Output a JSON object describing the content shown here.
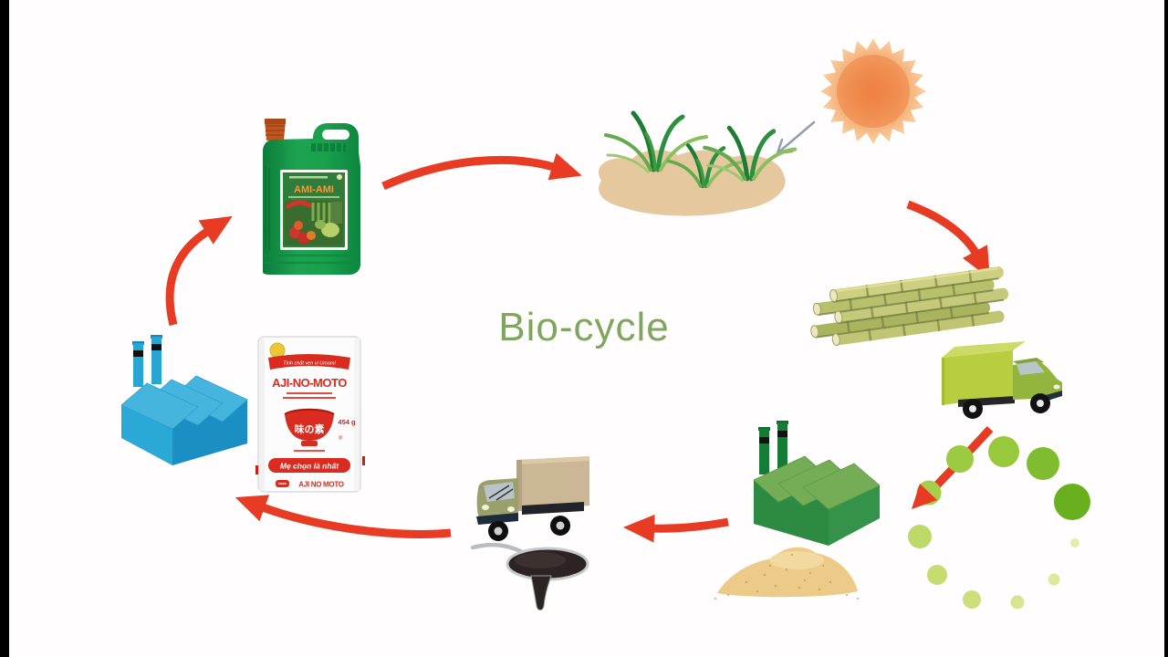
{
  "title": {
    "text": "Bio-cycle",
    "color": "#7fa65f"
  },
  "palette": {
    "background": "#fffdfd",
    "letterbox": "#000000",
    "arrow_red": "#e73b23",
    "sunlight_arrow_gray": "#8f9fae",
    "sun_core": "#ed7b40",
    "sun_edge": "#fbd9ae",
    "soil_tan": "#e6c89e",
    "leaf_dark_green": "#1d7c33",
    "leaf_light_green": "#9cc873",
    "jug_green": "#18a04c",
    "jug_cap_orange": "#c0561f",
    "cane_yellow_green": "#c5c97a",
    "truck_box_green": "#b9ce3e",
    "truck_cab_green": "#93b43d",
    "factory_green_front": "#2d8a43",
    "factory_green_roof": "#74ad55",
    "factory_blue_front": "#1b8fc4",
    "factory_blue_roof": "#45b5de",
    "sugar_tan": "#eccb88",
    "molasses_dark": "#2b2422",
    "truck_box_tan": "#cbb795",
    "truck_cab_olive": "#9aa06b",
    "pack_red": "#d92b1f",
    "fermentation_dot_dark": "#68b01e",
    "fermentation_dot_light": "#e3ecab"
  },
  "fertilizer_jug": {
    "brand": "AMI-AMI"
  },
  "ajinomoto_pack": {
    "ribbon_text": "Tinh chất vẹn vị Umami",
    "brand": "AJI-NO-MOTO",
    "registered_mark": "®",
    "bowl_logo_text": "味の素",
    "weight": "454 g",
    "tagline": "Mẹ chọn là nhất",
    "footer_brand": "AJI NO MOTO"
  },
  "icons": [
    "fertilizer-jug-icon",
    "sugarcane-field-icon",
    "sun-icon",
    "sunlight-arrow-icon",
    "harvested-sugarcane-icon",
    "green-delivery-truck-icon",
    "fermentation-dots-icon",
    "green-factory-icon",
    "raw-sugar-pile-icon",
    "molasses-truck-icon",
    "molasses-spoon-icon",
    "ajinomoto-package-icon",
    "blue-factory-icon",
    "cycle-arrow-icon"
  ]
}
